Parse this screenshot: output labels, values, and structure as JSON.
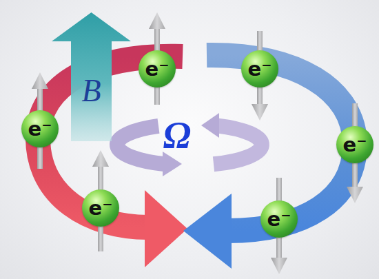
{
  "diagram": {
    "nodes": [
      {
        "text": [
          "B"
        ]
      },
      {
        "text": [
          "e⁻"
        ]
      },
      {
        "text": [
          "e⁻"
        ]
      },
      {
        "text": [
          "e⁻"
        ]
      },
      {
        "text": [
          "e⁻"
        ]
      },
      {
        "text": [
          "e⁻"
        ]
      },
      {
        "text": [
          "e⁻"
        ]
      }
    ],
    "labels": [
      "Ω"
    ]
  }
}
